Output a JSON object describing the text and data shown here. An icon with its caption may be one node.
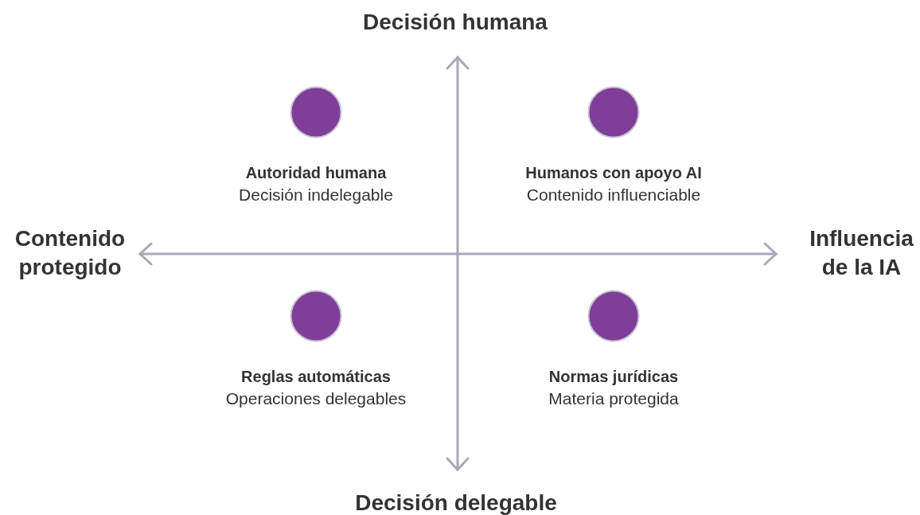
{
  "diagram": {
    "nodes": [
      {
        "text": [],
        "shape": "circle",
        "beside": [
          "Autoridad humana",
          "Decisión indelegable"
        ]
      },
      {
        "text": [],
        "shape": "circle",
        "beside": [
          "Humanos con apoyo AI",
          "Contenido influenciable"
        ]
      },
      {
        "text": [],
        "shape": "circle",
        "beside": [
          "Reglas automáticas",
          "Operaciones delegables"
        ]
      },
      {
        "text": [],
        "shape": "circle",
        "beside": [
          "Normas jurídicas",
          "Materia protegida"
        ]
      }
    ],
    "labels": [
      "Decisión humana",
      "Contenido protegido",
      "Influencia de la IA",
      "Decisión delegable"
    ]
  }
}
